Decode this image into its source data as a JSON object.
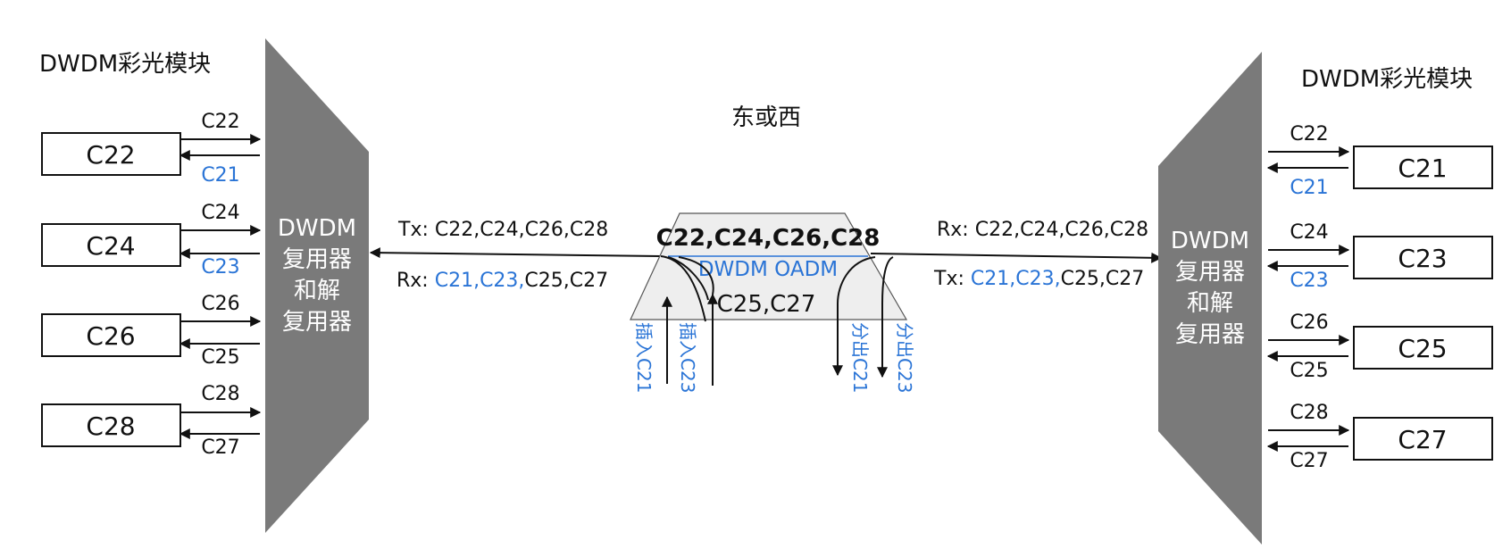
{
  "left_module": {
    "title": "DWDM彩光模块",
    "modules": [
      {
        "box": "C22",
        "out": "C22",
        "in": "C21"
      },
      {
        "box": "C24",
        "out": "C24",
        "in": "C23"
      },
      {
        "box": "C26",
        "out": "C26",
        "in": "C25"
      },
      {
        "box": "C28",
        "out": "C28",
        "in": "C27"
      }
    ]
  },
  "right_module": {
    "title": "DWDM彩光模块",
    "modules": [
      {
        "box": "C21",
        "out": "C22",
        "in": "C21"
      },
      {
        "box": "C23",
        "out": "C24",
        "in": "C23"
      },
      {
        "box": "C25",
        "out": "C26",
        "in": "C25"
      },
      {
        "box": "C27",
        "out": "C28",
        "in": "C27"
      }
    ]
  },
  "mux": {
    "line1": "DWDM",
    "line2": "复用器",
    "line3": "和解",
    "line4": "复用器"
  },
  "direction_label": "东或西",
  "left_link": {
    "tx_prefix": "Tx: ",
    "tx_channels": "C22,C24,C26,C28",
    "rx_prefix": "Rx: ",
    "rx_highlight": "C21,C23,",
    "rx_rest": "C25,C27"
  },
  "right_link": {
    "rx_prefix": "Rx: ",
    "rx_channels": "C22,C24,C26,C28",
    "tx_prefix": "Tx: ",
    "tx_highlight": "C21,C23,",
    "tx_rest": "C25,C27"
  },
  "oadm": {
    "top": "C22,C24,C26,C28",
    "name": "DWDM OADM",
    "bottom": "C25,C27"
  },
  "add_drop": {
    "add1": "插入C21",
    "add2": "插入C23",
    "drop1": "分出C21",
    "drop2": "分出C23"
  },
  "colors": {
    "mux": "#7a7a7a",
    "blue": "#2a74d6",
    "oadm_fill": "#eeeeee"
  }
}
